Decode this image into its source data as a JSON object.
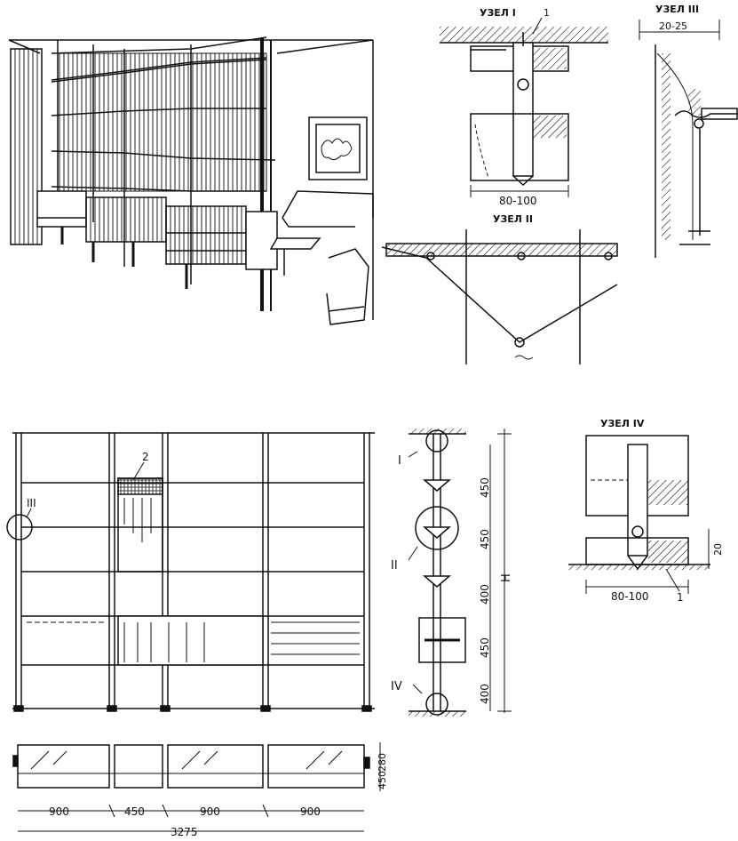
{
  "labels": {
    "node1": "УЗЕЛ  I",
    "node2": "УЗЕЛ  II",
    "node3": "УЗЕЛ  III",
    "node4": "УЗЕЛ  IV",
    "callout1": "1",
    "callout2": "2",
    "roman1": "I",
    "roman2": "II",
    "roman3": "III",
    "roman4": "IV",
    "callout1b": "1",
    "height_symbol": "H"
  },
  "dimensions": {
    "node1_width": "80-100",
    "node3_gap": "20-25",
    "node4_width": "80-100",
    "node4_height": "20",
    "vertical": [
      "450",
      "450",
      "400",
      "450",
      "400"
    ],
    "plan_widths": [
      "900",
      "450",
      "900",
      "900"
    ],
    "plan_total": "3275",
    "depth_a": "280",
    "depth_b": "450"
  },
  "colors": {
    "ink": "#111111",
    "paper": "#ffffff"
  }
}
